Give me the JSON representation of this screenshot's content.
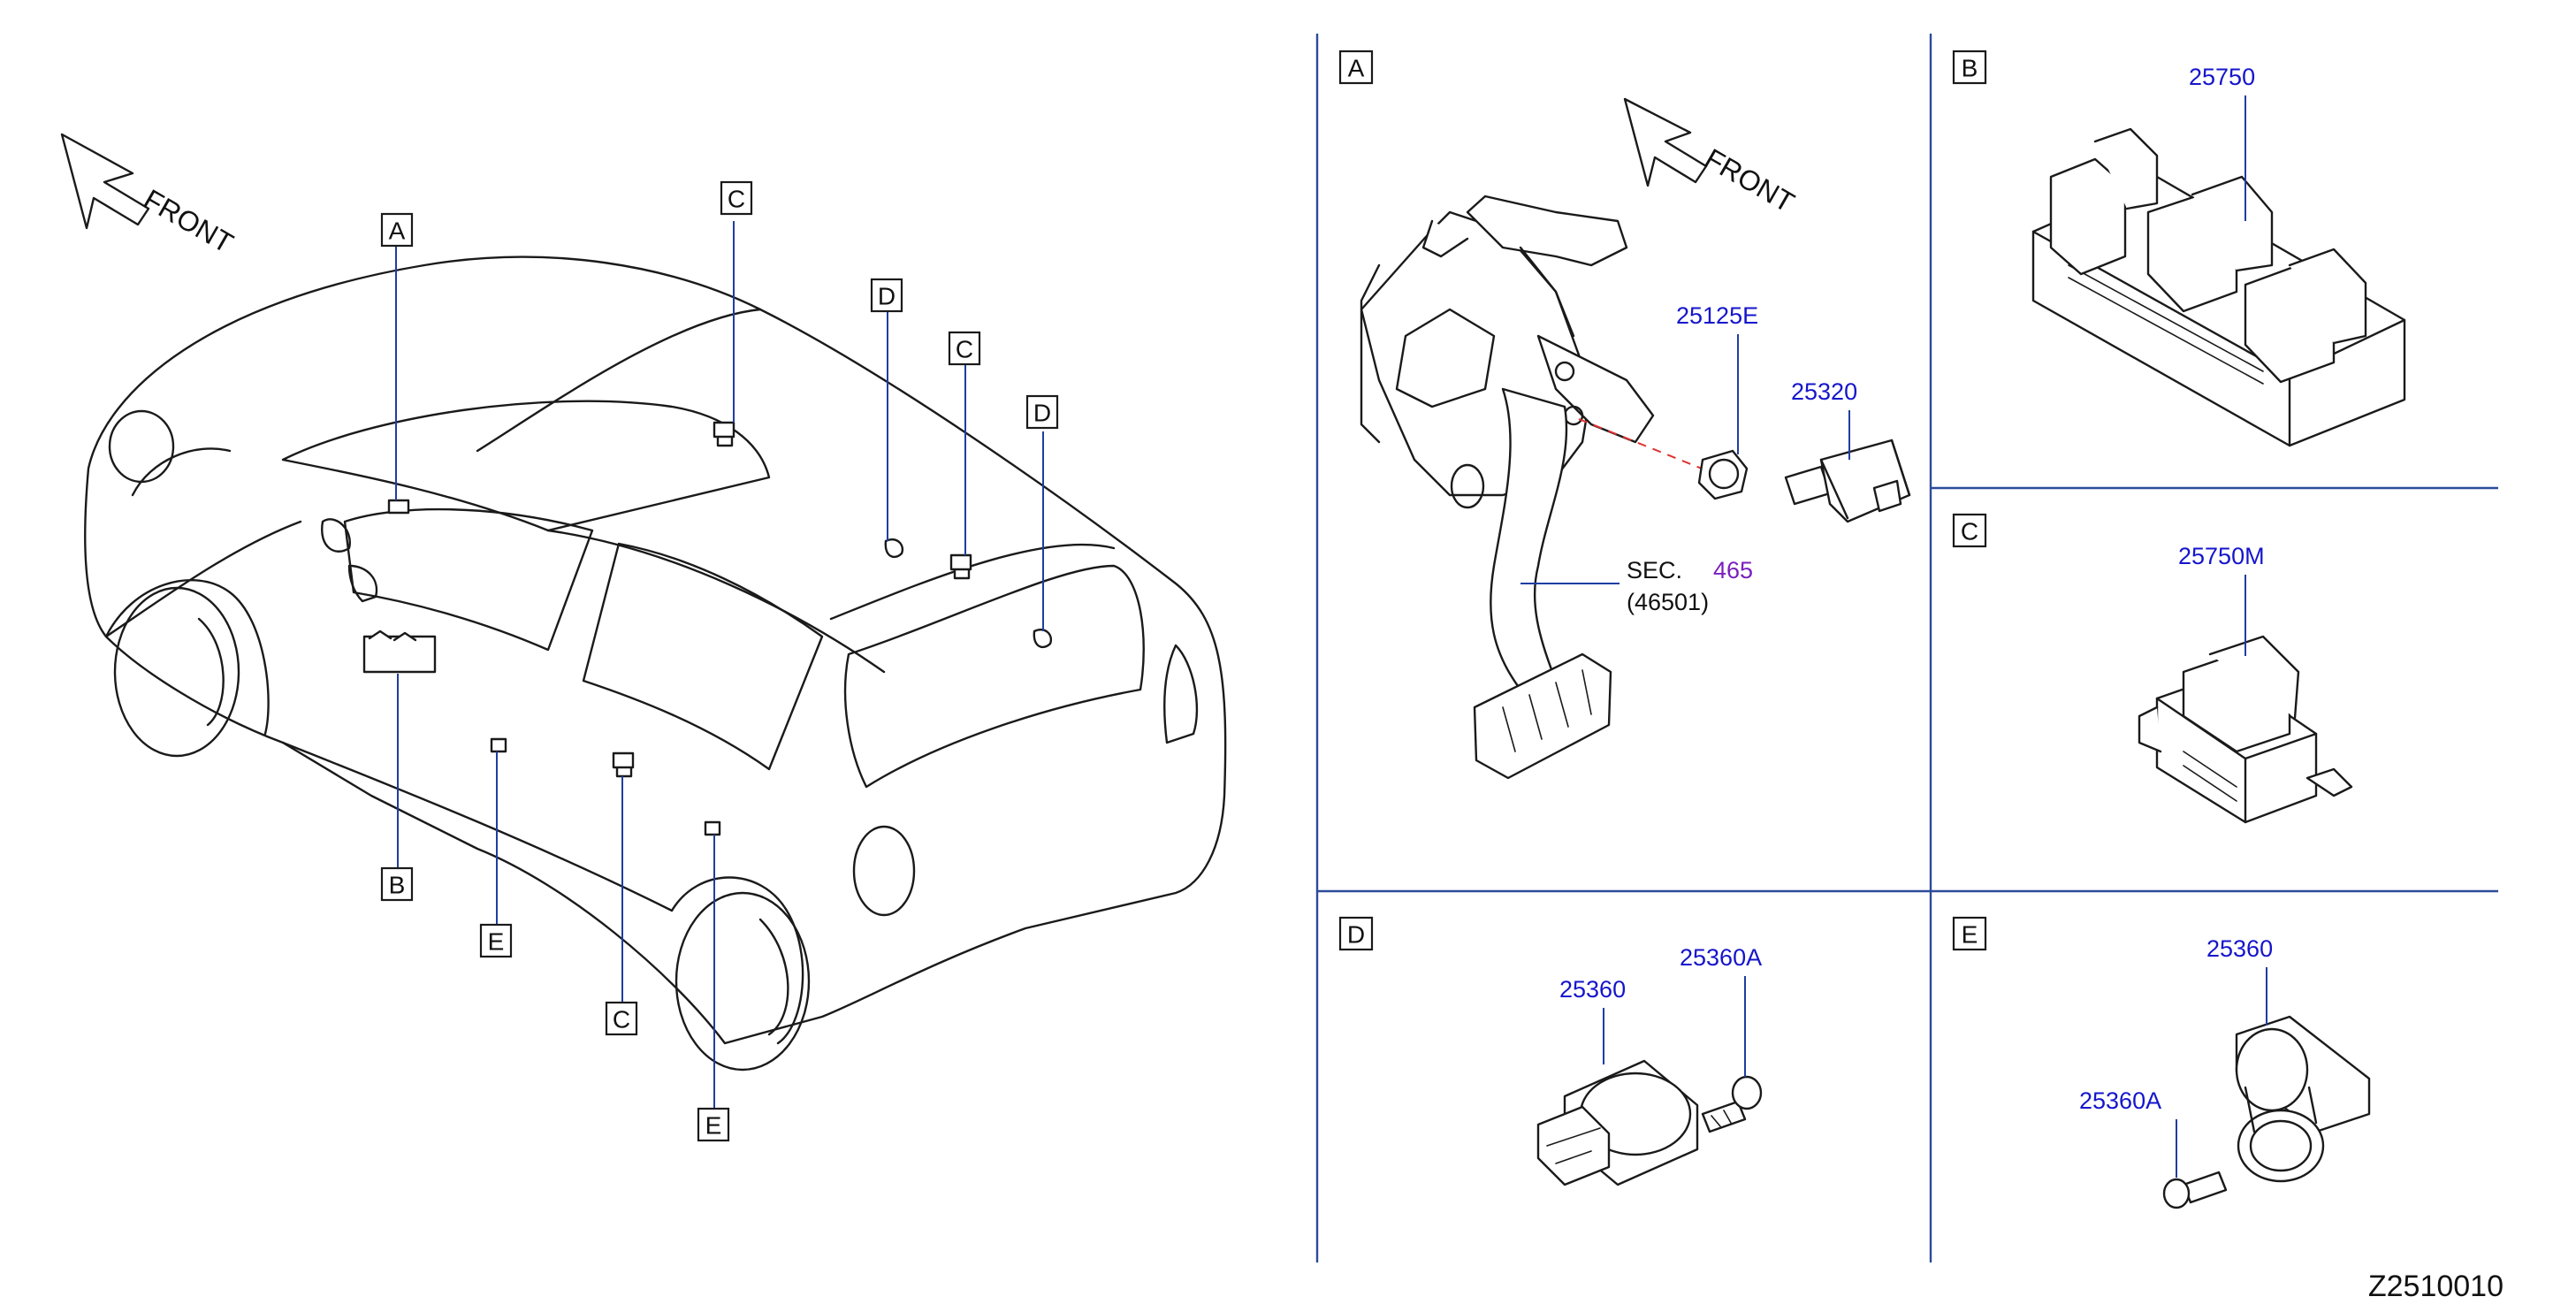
{
  "diagram": {
    "front_label": "FRONT",
    "drawing_code": "Z2510010",
    "vehicle_callouts": [
      "A",
      "B",
      "C",
      "D",
      "E",
      "C",
      "D",
      "C",
      "E"
    ],
    "panels": {
      "A": {
        "label": "A",
        "front_label": "FRONT",
        "parts": [
          "25125E",
          "25320"
        ],
        "ref_prefix": "SEC.",
        "ref_section": "465",
        "ref_sub": "(46501)"
      },
      "B": {
        "label": "B",
        "parts": [
          "25750"
        ]
      },
      "C": {
        "label": "C",
        "parts": [
          "25750M"
        ]
      },
      "D": {
        "label": "D",
        "parts": [
          "25360",
          "25360A"
        ]
      },
      "E": {
        "label": "E",
        "parts": [
          "25360",
          "25360A"
        ]
      }
    },
    "colors": {
      "part_number": "#1515cc",
      "section_ref": "#7a1fbf",
      "frame": "#2b4a9a",
      "leader": "#1f3ea0",
      "dash": "#e03030"
    }
  }
}
